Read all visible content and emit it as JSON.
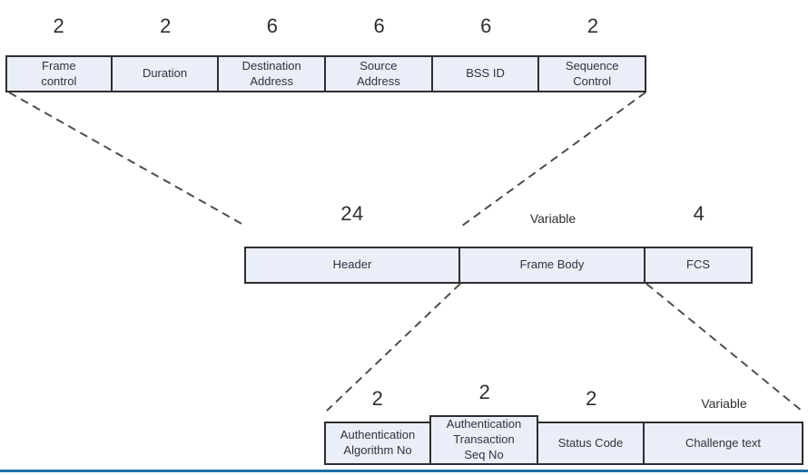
{
  "diagram": {
    "top_row": {
      "fields": [
        {
          "size": "2",
          "label": "Frame\ncontrol"
        },
        {
          "size": "2",
          "label": "Duration"
        },
        {
          "size": "6",
          "label": "Destination\nAddress"
        },
        {
          "size": "6",
          "label": "Source\nAddress"
        },
        {
          "size": "6",
          "label": "BSS ID"
        },
        {
          "size": "2",
          "label": "Sequence\nControl"
        }
      ]
    },
    "middle_row": {
      "fields": [
        {
          "size": "24",
          "label": "Header"
        },
        {
          "size": "Variable",
          "label": "Frame Body"
        },
        {
          "size": "4",
          "label": "FCS"
        }
      ]
    },
    "bottom_row": {
      "fields": [
        {
          "size": "2",
          "label": "Authentication\nAlgorithm No"
        },
        {
          "size": "2",
          "label": "Authentication\nTransaction\nSeq No"
        },
        {
          "size": "2",
          "label": "Status Code"
        },
        {
          "size": "Variable",
          "label": "Challenge text"
        }
      ]
    },
    "colors": {
      "box_fill": "#e9eef8",
      "box_border": "#2e2e2e",
      "text": "#333333",
      "dashed_line": "#4d4d4d",
      "bottom_bar": "#1f6fa8"
    }
  }
}
